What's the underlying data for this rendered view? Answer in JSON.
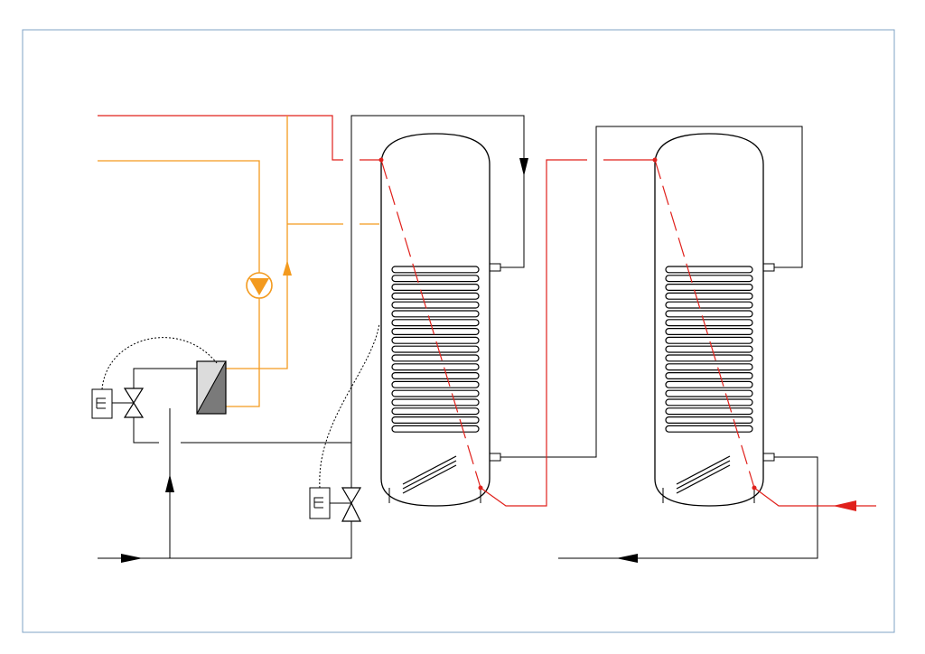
{
  "colors": {
    "hot_water": "#e0201b",
    "heating_circuit": "#f39a1e",
    "return_line": "#000000",
    "frame": "#7fa3c6",
    "hx_light": "#dcdcdc",
    "hx_dark": "#7a7a7a"
  },
  "icons": {
    "pump": "circulation-pump-icon",
    "valve": "two-way-valve-icon",
    "actuator": "motor-actuator-icon",
    "heat_exchanger": "plate-heat-exchanger-icon",
    "tank": "storage-tank-icon",
    "coil": "heating-coil-icon",
    "flow_arrow": "flow-arrow-icon"
  },
  "components": {
    "tanks": [
      "storage-tank-1",
      "storage-tank-2"
    ],
    "valves": [
      "valve-1",
      "valve-2"
    ],
    "actuators": [
      "actuator-1",
      "actuator-2"
    ],
    "pumps": [
      "pump-1"
    ],
    "heat_exchangers": [
      "heat-exchanger-1"
    ]
  }
}
